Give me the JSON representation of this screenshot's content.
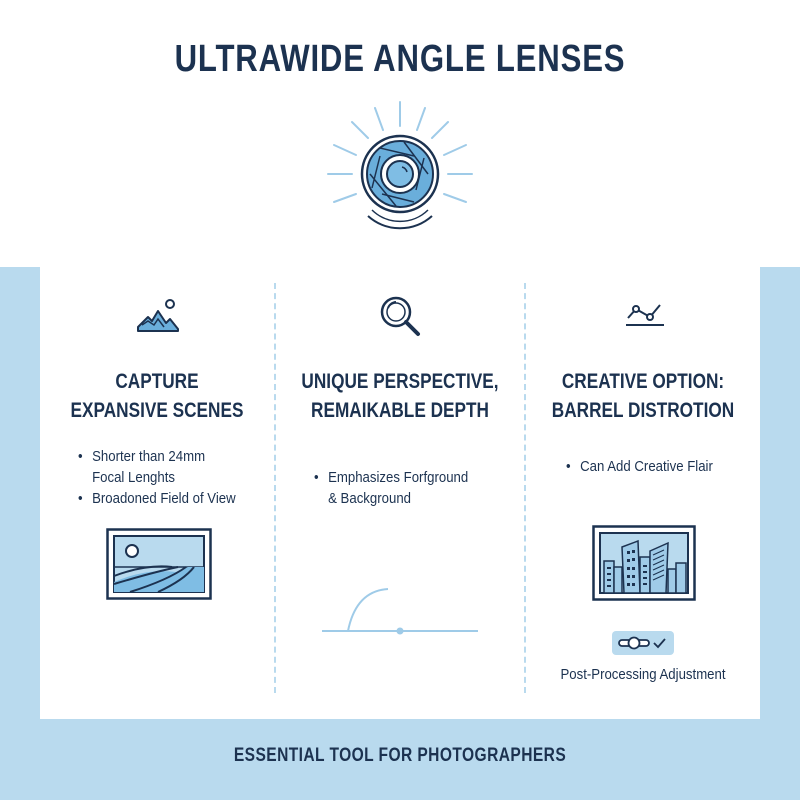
{
  "title": "ULTRAWIDE ANGLE LENSES",
  "hero_icon": "camera-aperture-lens-icon",
  "columns": [
    {
      "icon": "mountain-landscape-icon",
      "heading_line1": "CAPTURE",
      "heading_line2": "EXPANSIVE SCENES",
      "bullets": [
        {
          "line1": "Shorter than 24mm",
          "line2": "Focal Lenghts"
        },
        {
          "line1": "Broadoned Field of View",
          "line2": ""
        }
      ],
      "illustration": "landscape-photo-frame-icon"
    },
    {
      "icon": "magnifier-icon",
      "heading_line1": "UNIQUE PERSPECTIVE,",
      "heading_line2": "REMAIKABLE DEPTH",
      "bullets": [
        {
          "line1": "Emphasizes Forfground",
          "line2": "& Background"
        }
      ],
      "illustration": "angle-arc-diagram"
    },
    {
      "icon": "line-graph-icon",
      "heading_line1": "CREATIVE OPTION:",
      "heading_line2": "BARREL DISTROTION",
      "bullets": [
        {
          "line1": "Can Add Creative Flair",
          "line2": ""
        }
      ],
      "illustration": "distorted-city-photo-icon",
      "adjust_icon": "slider-check-icon",
      "caption": "Post-Processing Adjustment"
    }
  ],
  "footer": "ESSENTIAL TOOL FOR PHOTOGRAPHERS",
  "colors": {
    "navy": "#1c3250",
    "light_blue": "#b9daee",
    "mid_blue": "#6aaedb",
    "white": "#ffffff"
  }
}
